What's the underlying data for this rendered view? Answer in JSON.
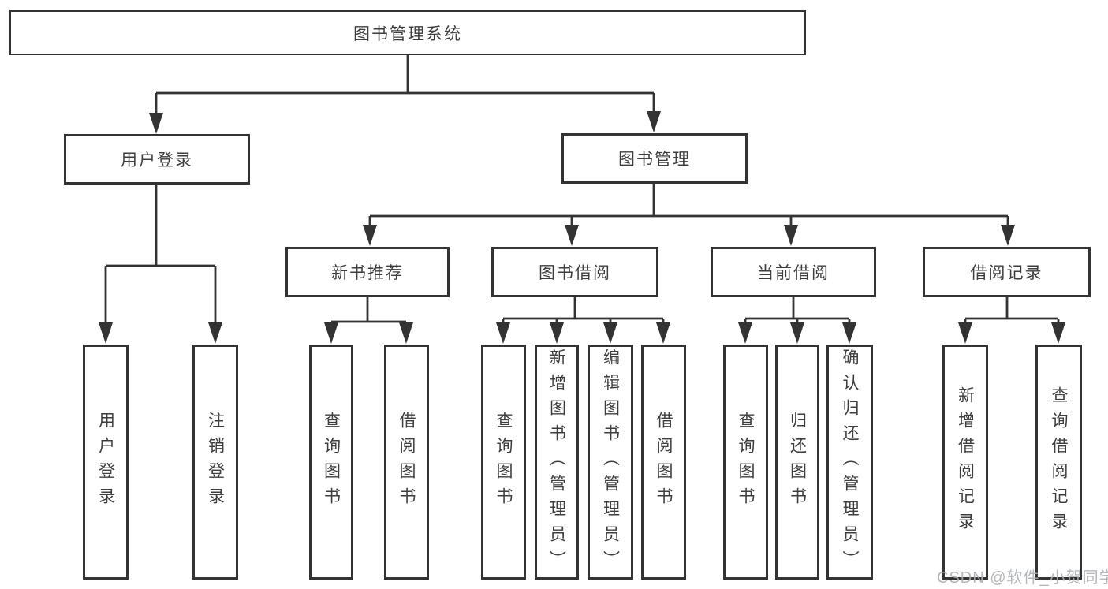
{
  "diagram": {
    "type": "hierarchy",
    "root": {
      "label": "图书管理系统"
    },
    "level2": [
      {
        "label": "用户登录",
        "parent": "图书管理系统"
      },
      {
        "label": "图书管理",
        "parent": "图书管理系统"
      }
    ],
    "level3": [
      {
        "label": "新书推荐",
        "parent": "图书管理"
      },
      {
        "label": "图书借阅",
        "parent": "图书管理"
      },
      {
        "label": "当前借阅",
        "parent": "图书管理"
      },
      {
        "label": "借阅记录",
        "parent": "图书管理"
      }
    ],
    "leaves": [
      {
        "label": "用户登录",
        "parent": "用户登录"
      },
      {
        "label": "注销登录",
        "parent": "用户登录"
      },
      {
        "label": "查询图书",
        "parent": "新书推荐"
      },
      {
        "label": "借阅图书",
        "parent": "新书推荐"
      },
      {
        "label": "查询图书",
        "parent": "图书借阅"
      },
      {
        "label": "新增图书（管理员）",
        "parent": "图书借阅"
      },
      {
        "label": "编辑图书（管理员）",
        "parent": "图书借阅"
      },
      {
        "label": "借阅图书",
        "parent": "图书借阅"
      },
      {
        "label": "查询图书",
        "parent": "当前借阅"
      },
      {
        "label": "归还图书",
        "parent": "当前借阅"
      },
      {
        "label": "确认归还（管理员）",
        "parent": "当前借阅"
      },
      {
        "label": "新增借阅记录",
        "parent": "借阅记录"
      },
      {
        "label": "查询借阅记录",
        "parent": "借阅记录"
      }
    ]
  },
  "watermark": {
    "text": "CSDN @软件_小贺同学"
  },
  "colors": {
    "line": "#333333",
    "box_border": "#333333",
    "text": "#3e3e3e",
    "watermark": "#acaeb2",
    "background": "#ffffff"
  }
}
